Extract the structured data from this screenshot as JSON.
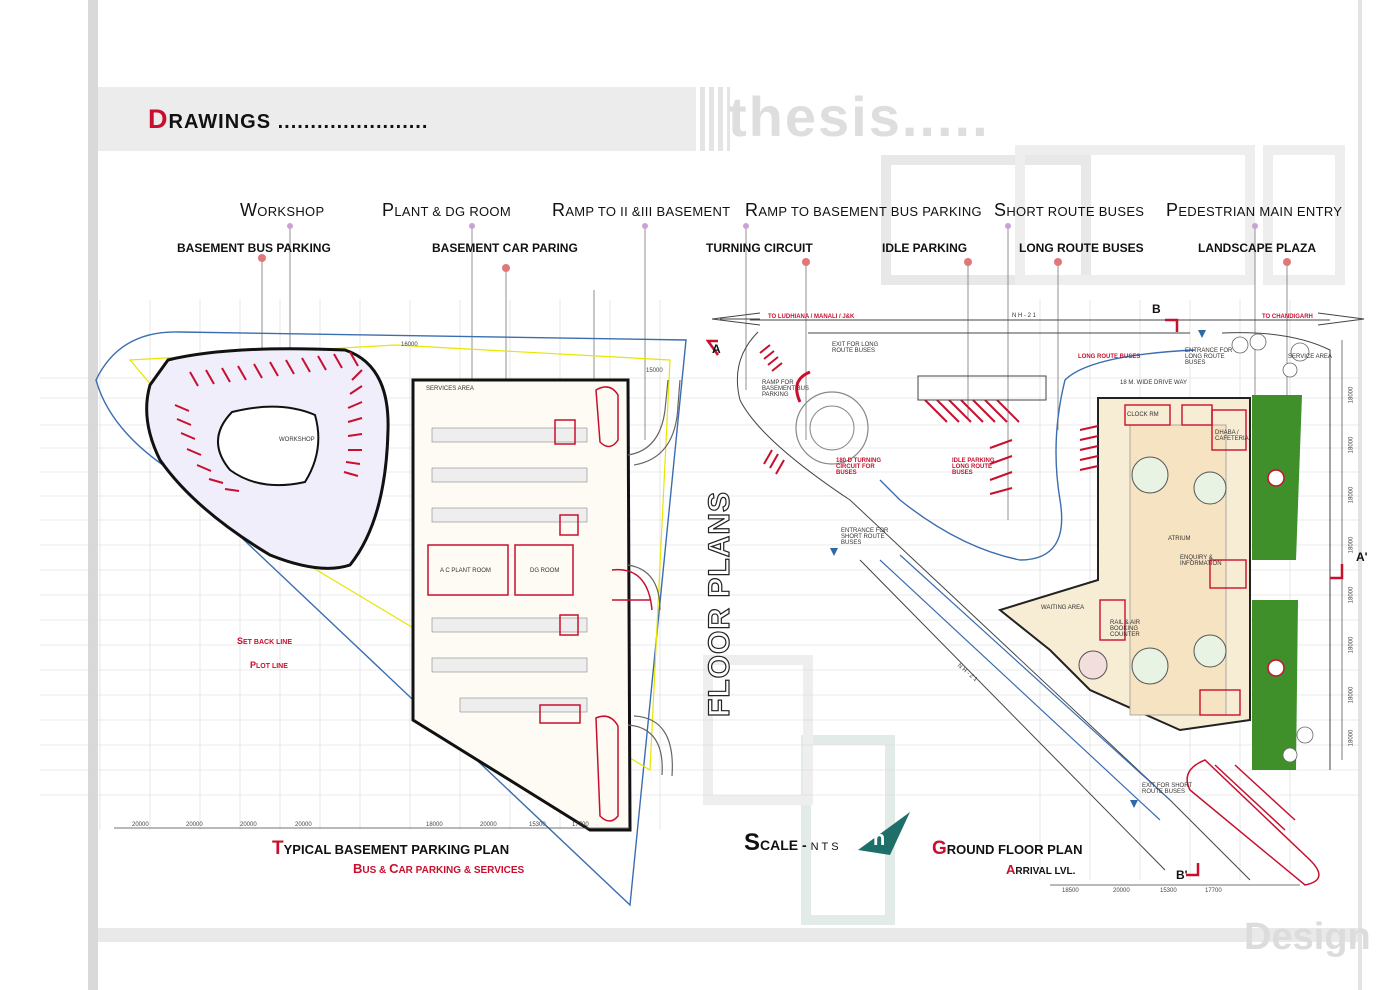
{
  "header": {
    "title_cap": "D",
    "title_rest": "RAWINGS .......................",
    "watermark": "thesis.....",
    "footer_watermark": "Design"
  },
  "labels_top": [
    {
      "cap": "W",
      "rest": "ORKSHOP"
    },
    {
      "cap": "P",
      "rest": "LANT & DG ROOM"
    },
    {
      "cap": "R",
      "rest": "AMP TO II &III BASEMENT"
    },
    {
      "cap": "R",
      "rest": "AMP TO BASEMENT BUS PARKING"
    },
    {
      "cap": "S",
      "rest": "HORT ROUTE BUSES"
    },
    {
      "cap": "P",
      "rest": "EDESTRIAN MAIN ENTRY"
    }
  ],
  "labels_sub": [
    "BASEMENT BUS PARKING",
    "BASEMENT CAR PARING",
    "TURNING CIRCUIT",
    "IDLE PARKING",
    "LONG ROUTE BUSES",
    "LANDSCAPE PLAZA"
  ],
  "basement_plan": {
    "title_cap": "T",
    "title_rest": "YPICAL BASEMENT PARKING PLAN",
    "subtitle": {
      "c1": "B",
      "r1": "US & ",
      "c2": "C",
      "r2": "AR PARKING & SERVICES"
    },
    "setback": {
      "cap": "S",
      "rest": "ET BACK LINE"
    },
    "plot": {
      "cap": "P",
      "rest": "LOT LINE"
    },
    "inner": {
      "workshop": "WORKSHOP",
      "dg_room": "DG ROOM",
      "plant_room": "A C PLANT ROOM",
      "services": "SERVICES AREA"
    },
    "dimensions": [
      "20000",
      "20000",
      "20000",
      "20000",
      "18000",
      "20000",
      "15300",
      "17700"
    ],
    "dimensions_left": [
      "16000",
      "15000"
    ]
  },
  "ground_plan": {
    "title_cap": "G",
    "title_rest": "ROUND FLOOR PLAN",
    "subtitle_cap": "A",
    "subtitle_rest": "RRIVAL LVL.",
    "road_left": "TO LUDHIANA / MANALI / J&K",
    "road_right": "TO CHANDIGARH",
    "highway": "N H - 2 1",
    "highway_diag": "N H - 2 1",
    "long_route": "LONG ROUTE BUSES",
    "driveway": "18 M. WIDE DRIVE WAY",
    "turning": "180 D TURNING CIRCUIT FOR BUSES",
    "idle": "IDLE PARKING LONG ROUTE BUSES",
    "exit_long": "EXIT FOR LONG ROUTE BUSES",
    "entry_long": "ENTRANCE FOR LONG ROUTE BUSES",
    "entry_short": "ENTRANCE FOR SHORT ROUTE BUSES",
    "exit_short": "EXIT FOR SHORT ROUTE BUSES",
    "ramp": "RAMP FOR BASEMENT BUS PARKING",
    "service": "SERVICE AREA",
    "clock": "CLOCK RM",
    "dhaba": "DHABA / CAFETERIA",
    "atrium": "ATRIUM",
    "waiting": "WAITING AREA",
    "booking": "RAIL & AIR BOOKING COUNTER",
    "enquiry": "ENQUIRY & INFORMATION",
    "marker_a": "A",
    "marker_a2": "A'",
    "marker_b": "B",
    "marker_b2": "B'",
    "dimensions_bottom": [
      "18500",
      "20000",
      "15300",
      "17700"
    ],
    "dimensions_right": [
      "18000",
      "18000",
      "18000",
      "18000",
      "18000",
      "18000",
      "18000",
      "18000"
    ]
  },
  "scale": {
    "cap": "S",
    "rest": "CALE",
    "dash": " - ",
    "value": "NTS"
  },
  "floor_plans": "FLOOR PLANS",
  "north_label": "n",
  "colors": {
    "accent": "#c8102e",
    "plot": "#3b6db0",
    "setback": "#e6e600",
    "green": "#3f8f2a",
    "road": "#bfbfbf"
  }
}
